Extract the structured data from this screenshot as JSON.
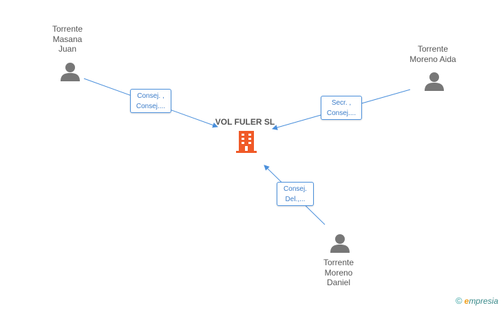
{
  "company": {
    "name": "VOL FULER SL",
    "icon": "building-icon",
    "color": "#f05a28"
  },
  "persons": [
    {
      "id": "juan",
      "name": "Torrente\nMasana\nJuan",
      "icon": "person-icon"
    },
    {
      "id": "aida",
      "name": "Torrente\nMoreno Aida",
      "icon": "person-icon"
    },
    {
      "id": "daniel",
      "name": "Torrente\nMoreno\nDaniel",
      "icon": "person-icon"
    }
  ],
  "roles": [
    {
      "person": "juan",
      "line1": "Consej. ,",
      "line2": "Consej...."
    },
    {
      "person": "aida",
      "line1": "Secr. ,",
      "line2": "Consej...."
    },
    {
      "person": "daniel",
      "line1": "Consej.",
      "line2": "Del.,..."
    }
  ],
  "colors": {
    "edge": "#4a8fdb",
    "person": "#777777",
    "text": "#555555"
  },
  "watermark": {
    "copyright": "©",
    "brand_initial": "e",
    "brand_rest": "mpresia"
  }
}
